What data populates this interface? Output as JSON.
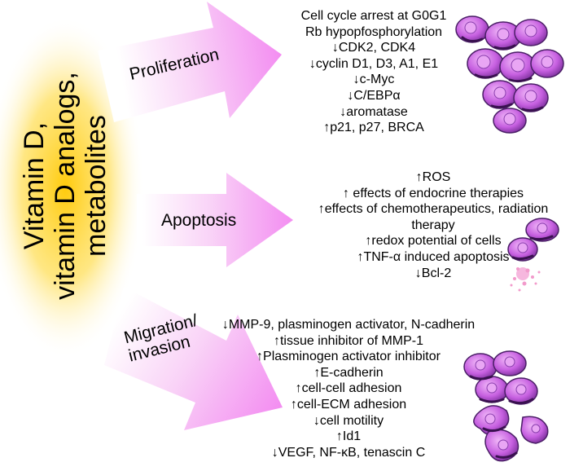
{
  "source": {
    "label_lines": [
      "Vitamin D,",
      "vitamin D analogs,",
      "metabolites"
    ]
  },
  "colors": {
    "arrow": "#f59ef5",
    "arrow_fade": "#ffffff",
    "glow": "#ffd21f",
    "cell_body": "#c65fe0",
    "cell_dark": "#5a2a7a",
    "cell_nucleus": "#e8a0f2"
  },
  "processes": [
    {
      "label_lines": [
        "Proliferation"
      ],
      "effects": [
        "Cell cycle arrest at G0G1",
        "Rb hypopfosphorylation",
        "↓CDK2, CDK4",
        "↓cyclin D1, D3, A1, E1",
        "↓c-Myc",
        "↓C/EBPα",
        "↓aromatase",
        "↑p21, p27, BRCA"
      ]
    },
    {
      "label_lines": [
        "Apoptosis"
      ],
      "effects": [
        "↑ROS",
        "↑ effects of endocrine therapies",
        "↑effects of chemotherapeutics, radiation",
        "therapy",
        "↑redox potential of cells",
        "↑TNF-α induced apoptosis",
        "↓Bcl-2"
      ]
    },
    {
      "label_lines": [
        "Migration/",
        "invasion"
      ],
      "effects": [
        "↓MMP-9, plasminogen activator, N-cadherin",
        "↑tissue inhibitor of MMP-1",
        "↑Plasminogen activator inhibitor",
        "↑E-cadherin",
        "↑cell-cell adhesion",
        "↑cell-ECM adhesion",
        "↓cell motility",
        "↑Id1",
        "↓VEGF, NF-κB, tenascin C"
      ]
    }
  ],
  "icons": {
    "proliferation_cells": "dividing-cells-icon",
    "apoptosis_cells": "apoptotic-cells-icon",
    "migration_cells": "migrating-cells-icon"
  }
}
